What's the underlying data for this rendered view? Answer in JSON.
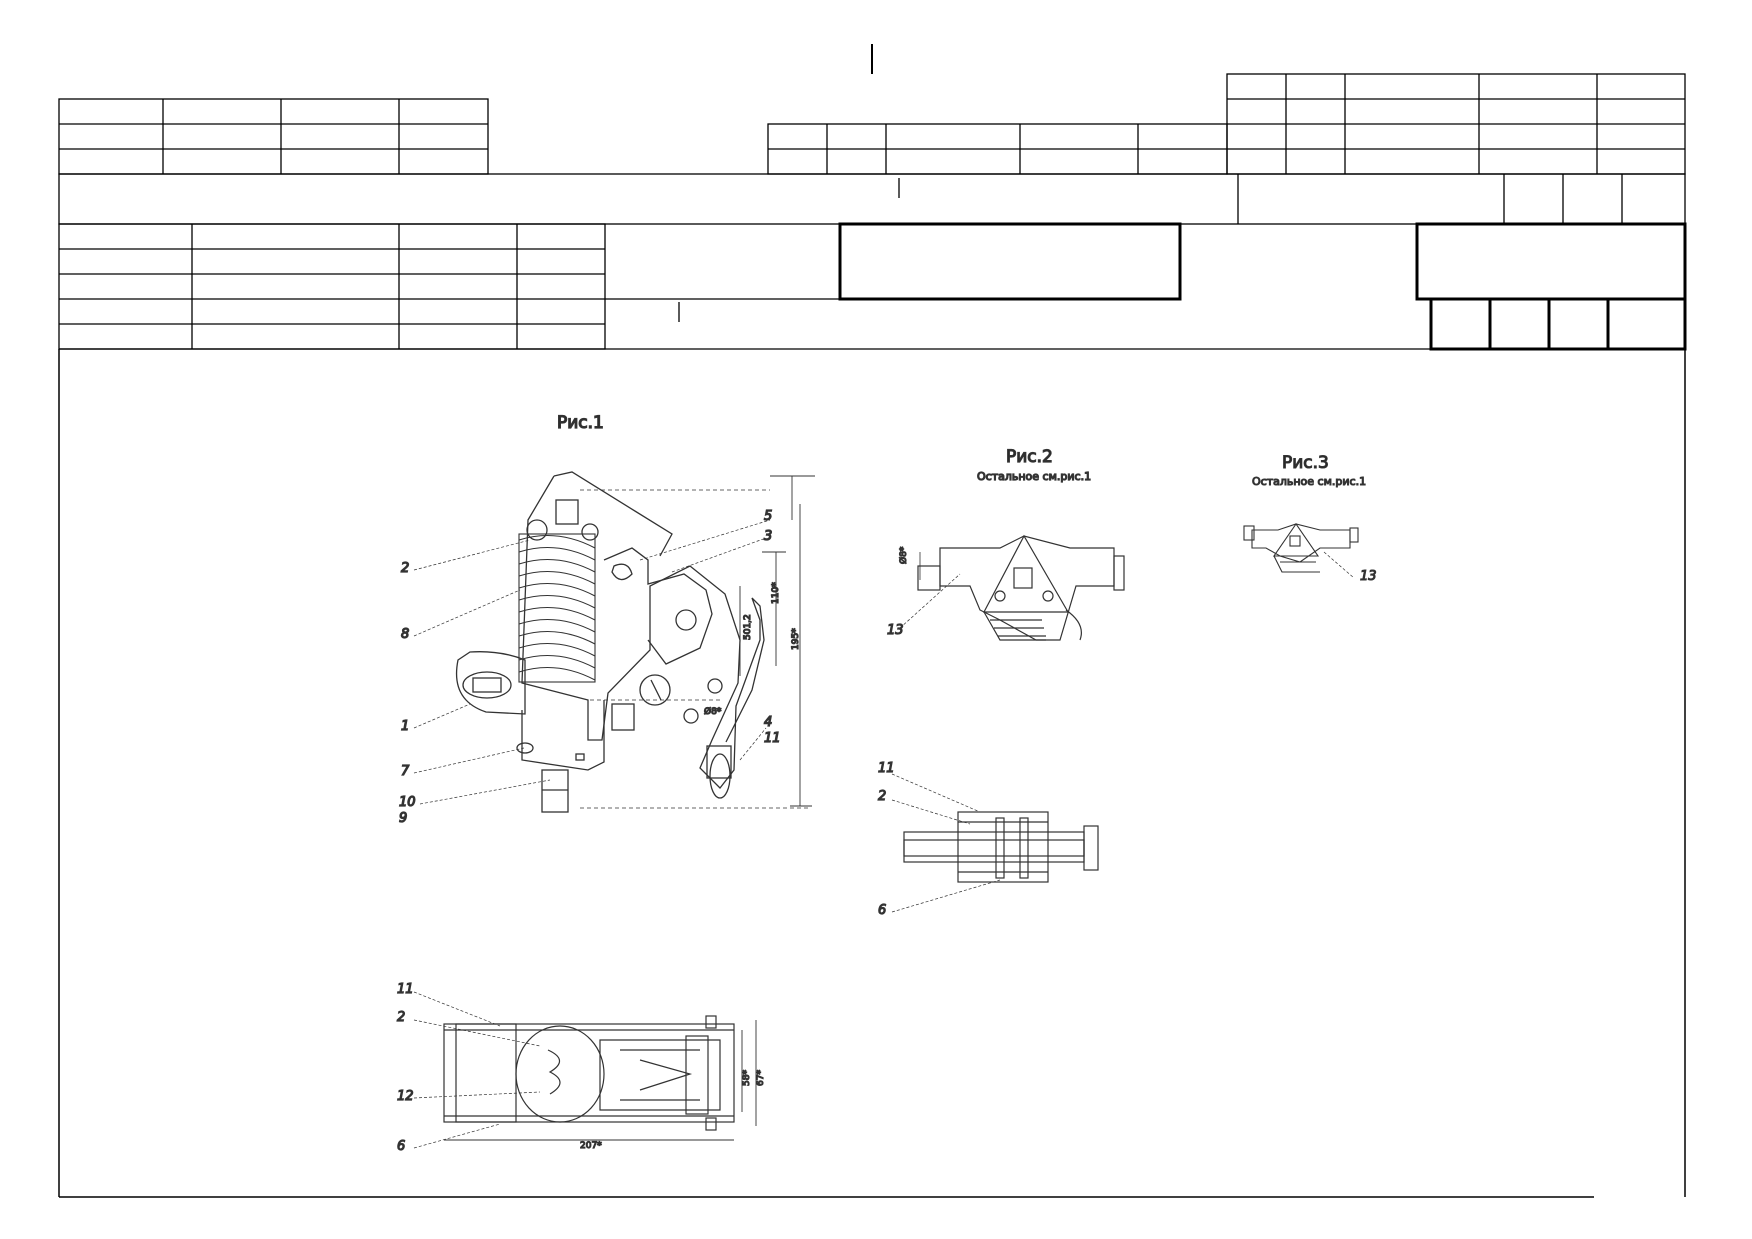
{
  "drawing": {
    "fig1": {
      "caption": "Рис.1"
    },
    "fig2": {
      "caption": "Рис.2",
      "note": "Остальное см.рис.1"
    },
    "fig3": {
      "caption": "Рис.3",
      "note": "Остальное см.рис.1"
    }
  },
  "callouts": {
    "fig1_top": [
      "2",
      "8",
      "1",
      "7",
      "10",
      "9",
      "5",
      "3",
      "4",
      "11"
    ],
    "fig1_bottom": [
      "11",
      "2",
      "12",
      "6"
    ],
    "fig2": [
      "13"
    ],
    "fig2_side": [
      "11",
      "2",
      "6"
    ],
    "fig3": [
      "13"
    ]
  },
  "dimensions": {
    "fig1_top": [
      "110*",
      "501,2",
      "195*",
      "Ø8*"
    ],
    "fig1_bottom": [
      "58*",
      "67*",
      "207*"
    ],
    "fig2": [
      "Ø8*"
    ]
  }
}
